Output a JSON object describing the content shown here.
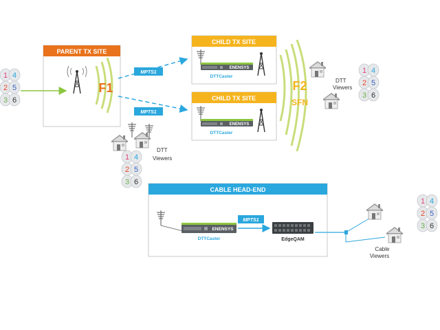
{
  "colors": {
    "parent_header": "#e8731c",
    "child_header": "#f5b41e",
    "cable_header": "#2aa7dd",
    "mpts_tag": "#2aa7dd",
    "f1_text": "#e8731c",
    "f2_text": "#f5b41e",
    "wave_green": "#c9dd7a",
    "link_green": "#8cc63f",
    "link_blue": "#2aa7dd",
    "box_border": "#c8c8c8"
  },
  "parent_site": {
    "title": "PARENT TX SITE",
    "freq": "F1"
  },
  "child_sites": [
    {
      "title": "CHILD TX SITE",
      "device_label": "DTTCaster"
    },
    {
      "title": "CHILD TX SITE",
      "device_label": "DTTCaster"
    }
  ],
  "links": [
    {
      "label": "MPTS1"
    },
    {
      "label": "MPTS1"
    }
  ],
  "sfn": {
    "freq": "F2",
    "label": "SFN"
  },
  "dtt_viewers_right": {
    "label_line1": "DTT",
    "label_line2": "Viewers"
  },
  "dtt_viewers_left": {
    "label_line1": "DTT",
    "label_line2": "Viewers"
  },
  "cable_headend": {
    "title": "CABLE HEAD-END",
    "device_label": "DTTCaster",
    "mpts_label": "MPTS1",
    "qam_label": "EdgeQAM",
    "brand": "ENENSYS"
  },
  "cable_viewers": {
    "label_line1": "Cable",
    "label_line2": "Viewers"
  },
  "channel_sets": [
    {
      "values": [
        "1",
        "4",
        "2",
        "5",
        "3",
        "6"
      ]
    },
    {
      "values": [
        "1",
        "4",
        "2",
        "5",
        "3",
        "6"
      ]
    },
    {
      "values": [
        "1",
        "4",
        "2",
        "5",
        "3",
        "6"
      ]
    },
    {
      "values": [
        "1",
        "4",
        "2",
        "5",
        "3",
        "6"
      ]
    }
  ]
}
